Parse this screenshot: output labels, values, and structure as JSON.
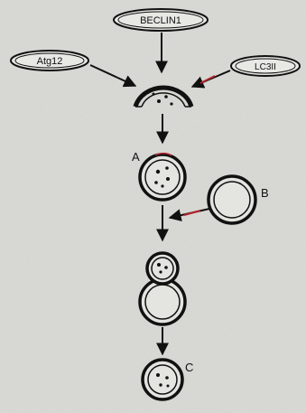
{
  "diagram": {
    "labels": {
      "top": "BECLIN1",
      "left": "Atg12",
      "right": "LC3II",
      "A": "A",
      "B": "B",
      "C": "C"
    },
    "colors": {
      "background": "#dcdcd8",
      "ink": "#111111",
      "accent_red": "#b3242a"
    }
  }
}
